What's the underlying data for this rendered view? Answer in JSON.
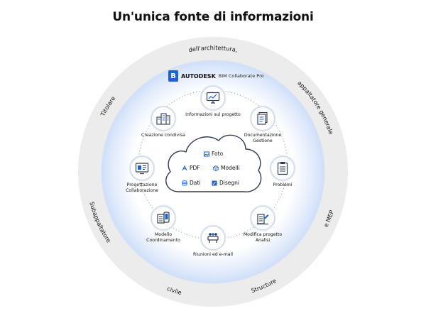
{
  "title": "Un'unica fonte di informazioni",
  "brand": {
    "badge": "B",
    "name": "AUTODESK",
    "product": "BIM Collaborate Pro"
  },
  "ring_labels": [
    {
      "id": "architettura",
      "text": "dell'architettura,"
    },
    {
      "id": "appaltatore",
      "text": "appaltatore generale"
    },
    {
      "id": "mep",
      "text": "e MEP"
    },
    {
      "id": "structure",
      "text": "Structure"
    },
    {
      "id": "civile",
      "text": "civile"
    },
    {
      "id": "subappaltatore",
      "text": "Subappaltatore"
    },
    {
      "id": "titolare",
      "text": "Titolare"
    }
  ],
  "nodes": [
    {
      "id": "informazioni",
      "icon": "monitor-chart-icon",
      "lines": [
        "Informazioni sul progetto"
      ]
    },
    {
      "id": "documentazione",
      "icon": "document-stack-icon",
      "lines": [
        "Documentazione",
        "Gestione"
      ]
    },
    {
      "id": "problemi",
      "icon": "clipboard-list-icon",
      "lines": [
        "Problemi"
      ]
    },
    {
      "id": "modifica",
      "icon": "building-edit-icon",
      "lines": [
        "Modifica progetto",
        "Analisi"
      ]
    },
    {
      "id": "riunioni",
      "icon": "meeting-table-icon",
      "lines": [
        "Riunioni ed e-mail"
      ]
    },
    {
      "id": "modello",
      "icon": "model-phone-icon",
      "lines": [
        "Modello",
        "Coordinamento"
      ]
    },
    {
      "id": "progettazione",
      "icon": "design-screen-icon",
      "lines": [
        "Progettazione",
        "Collaborazione"
      ]
    },
    {
      "id": "creazione",
      "icon": "city-building-icon",
      "lines": [
        "Creazione condivisa"
      ]
    }
  ],
  "cloud_items": {
    "foto": {
      "label": "Foto",
      "icon": "photo-icon"
    },
    "pdf": {
      "label": "PDF",
      "icon": "pdf-icon"
    },
    "modelli": {
      "label": "Modelli",
      "icon": "cube-icon"
    },
    "dati": {
      "label": "Dati",
      "icon": "database-icon"
    },
    "disegni": {
      "label": "Disegni",
      "icon": "drawing-icon"
    }
  },
  "colors": {
    "accent": "#1f62c9",
    "outer_ring": "#ececec",
    "glow": "#dbe7fb",
    "icon_line": "#2f3b52"
  }
}
